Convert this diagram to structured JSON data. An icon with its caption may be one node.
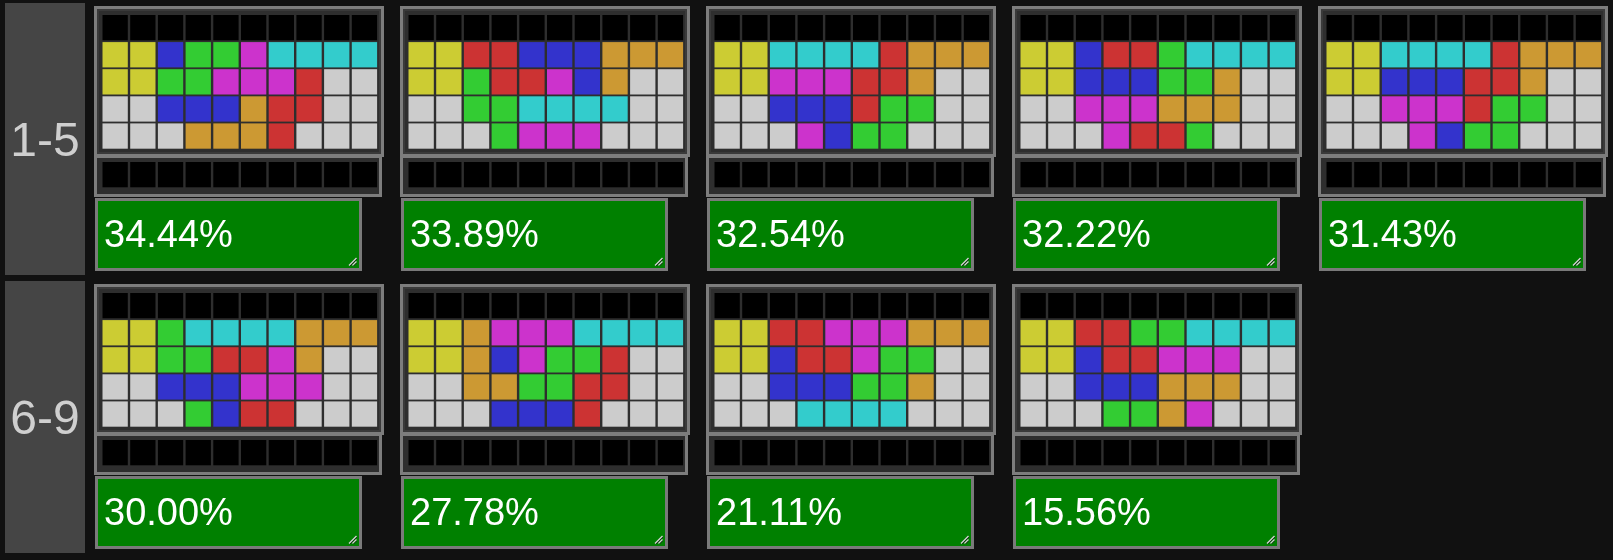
{
  "diagram": {
    "nodes": [
      {
        "text": [
          "1-5"
        ]
      },
      {
        "text": [
          "34.44%"
        ]
      },
      {
        "text": [
          "33.89%"
        ]
      },
      {
        "text": [
          "32.54%"
        ]
      },
      {
        "text": [
          "32.22%"
        ]
      },
      {
        "text": [
          "31.43%"
        ]
      },
      {
        "text": [
          "6-9"
        ]
      },
      {
        "text": [
          "30.00%"
        ]
      },
      {
        "text": [
          "27.78%"
        ]
      },
      {
        "text": [
          "21.11%"
        ]
      },
      {
        "text": [
          "15.56%"
        ]
      }
    ]
  }
}
